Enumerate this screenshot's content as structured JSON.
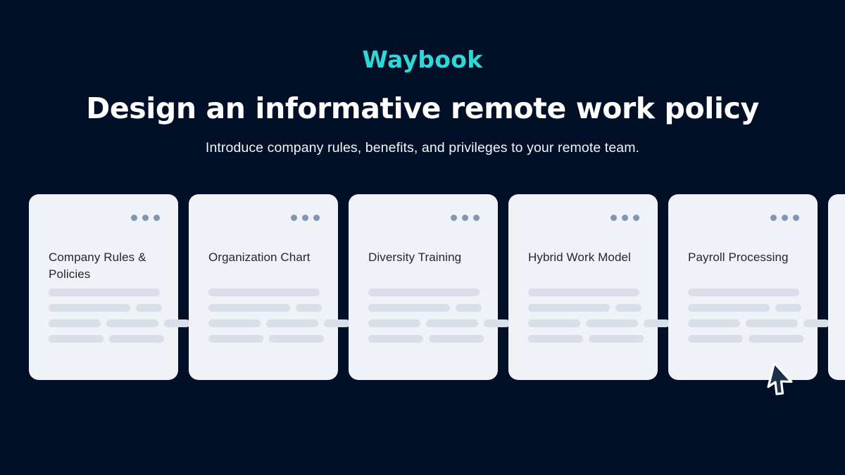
{
  "brand": {
    "logo_text": "Waybook",
    "logo_color": "#2fd8d8"
  },
  "hero": {
    "headline": "Design an informative remote work policy",
    "subheadline": "Introduce company rules, benefits, and privileges to your remote team.",
    "background_color": "#011027",
    "headline_color": "#ffffff"
  },
  "cards": {
    "card_background": "#eff2f7",
    "skeleton_color": "#d8dfe9",
    "dots_color": "#8396b0",
    "title_color": "#23272e",
    "items": [
      {
        "title": "Company Rules & Policies",
        "menu_icon": "more-horizontal-icon"
      },
      {
        "title": "Organization Chart",
        "menu_icon": "more-horizontal-icon"
      },
      {
        "title": "Diversity Training",
        "menu_icon": "more-horizontal-icon"
      },
      {
        "title": "Hybrid Work Model",
        "menu_icon": "more-horizontal-icon"
      },
      {
        "title": "Payroll Processing",
        "menu_icon": "more-horizontal-icon"
      },
      {
        "title": "",
        "menu_icon": "more-horizontal-icon"
      }
    ]
  },
  "pointer": {
    "icon": "mouse-cursor-icon",
    "fill_color": "#1c3049",
    "outline_color": "#ffffff"
  }
}
